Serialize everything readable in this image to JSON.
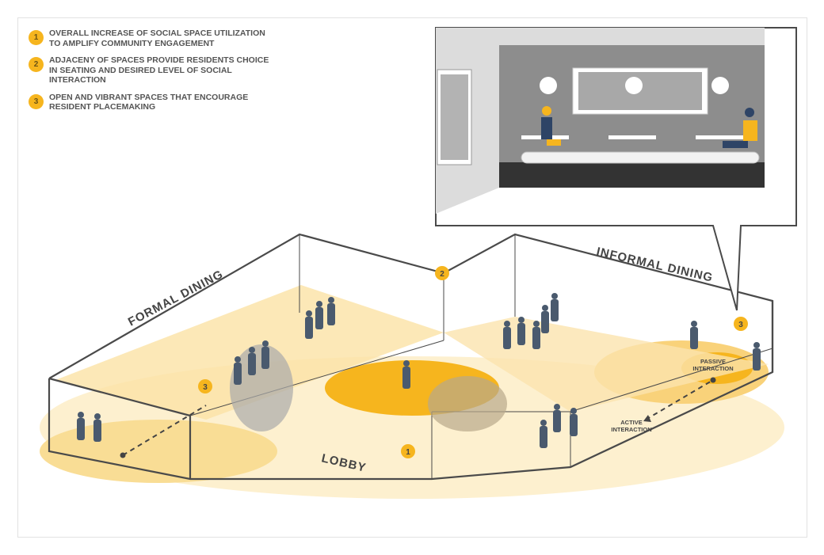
{
  "legend": [
    {
      "number": "1",
      "text": "OVERALL INCREASE OF SOCIAL SPACE UTILIZATION TO AMPLIFY COMMUNITY ENGAGEMENT"
    },
    {
      "number": "2",
      "text": "ADJACENY OF SPACES PROVIDE RESIDENTS CHOICE IN SEATING AND DESIRED LEVEL OF SOCIAL INTERACTION"
    },
    {
      "number": "3",
      "text": "OPEN AND VIBRANT SPACES THAT ENCOURAGE RESIDENT PLACEMAKING"
    }
  ],
  "zones": {
    "formal_dining": "FORMAL DINING",
    "informal_dining": "INFORMAL DINING",
    "lobby": "LOBBY"
  },
  "annotations": {
    "passive_line1": "PASSIVE",
    "passive_line2": "INTERACTION",
    "active_line1": "ACTIVE",
    "active_line2": "INTERACTION"
  },
  "markers": {
    "m1": "1",
    "m2": "2",
    "m3a": "3",
    "m3b": "3"
  },
  "colors": {
    "accent": "#f6b51e",
    "figure": "#4a5a6e",
    "outline": "#4a4a4a"
  }
}
